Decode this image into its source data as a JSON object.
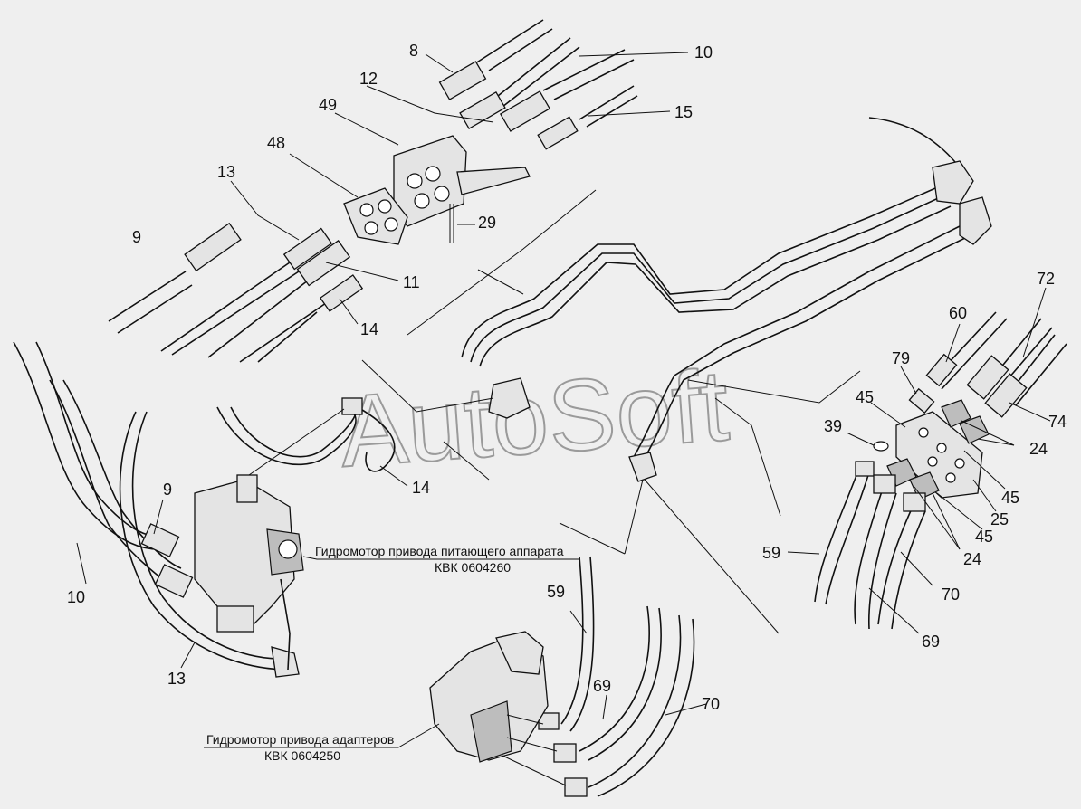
{
  "watermark": "AutoSoft",
  "callouts": {
    "top_assembly": [
      "8",
      "10",
      "12",
      "49",
      "15",
      "48",
      "13",
      "9",
      "29",
      "11",
      "14"
    ],
    "left_motor": [
      "9",
      "10",
      "13",
      "14"
    ],
    "right_manifold": [
      "72",
      "60",
      "79",
      "74",
      "45",
      "39",
      "24",
      "45",
      "25",
      "59",
      "24",
      "45",
      "70",
      "69"
    ],
    "bottom_motor": [
      "59",
      "69",
      "70"
    ]
  },
  "captions": {
    "feeder_motor": {
      "line1": "Гидромотор привода питающего аппарата",
      "line2": "КВК 0604260"
    },
    "adapter_motor": {
      "line1": "Гидромотор привода адаптеров",
      "line2": "КВК 0604250"
    }
  }
}
